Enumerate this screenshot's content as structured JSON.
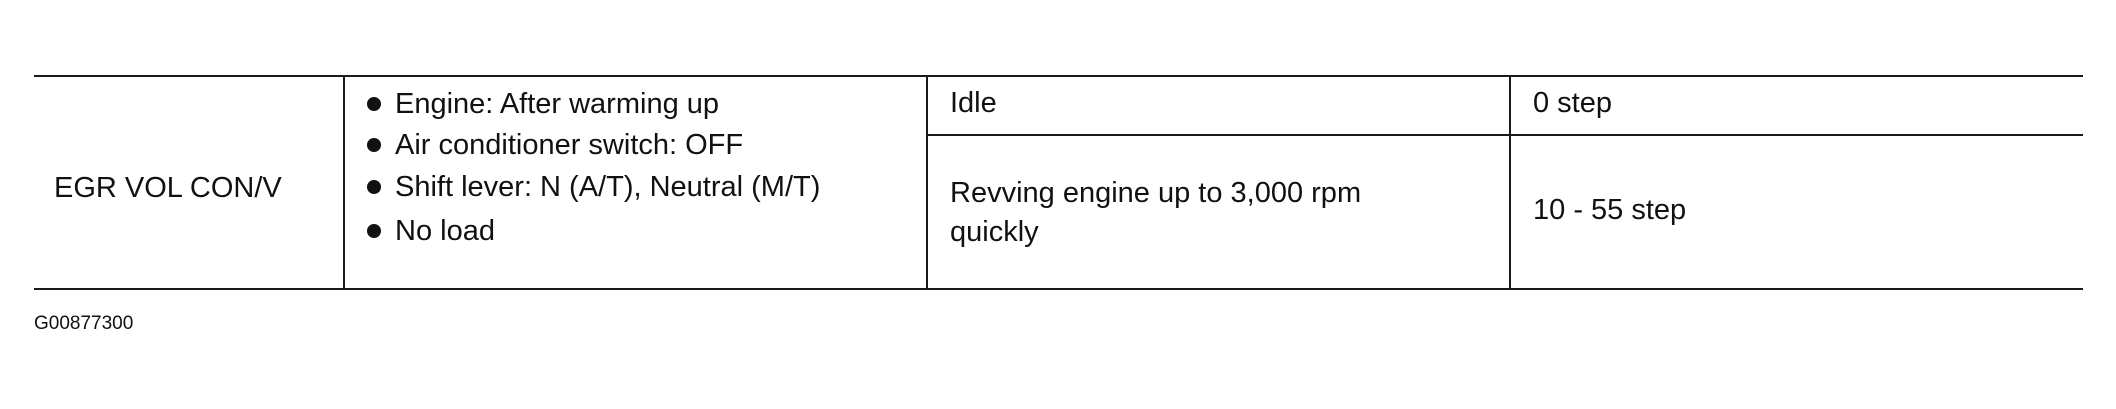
{
  "table": {
    "item": "EGR VOL CON/V",
    "conditions": [
      "Engine: After warming up",
      "Air conditioner switch: OFF",
      "Shift lever: N (A/T), Neutral (M/T)",
      "No load"
    ],
    "rows": [
      {
        "state_lines": [
          "Idle"
        ],
        "specification": "0 step"
      },
      {
        "state_lines": [
          "Revving engine up to 3,000 rpm",
          "quickly"
        ],
        "specification": "10 - 55 step"
      }
    ]
  },
  "figure_id": "G00877300"
}
